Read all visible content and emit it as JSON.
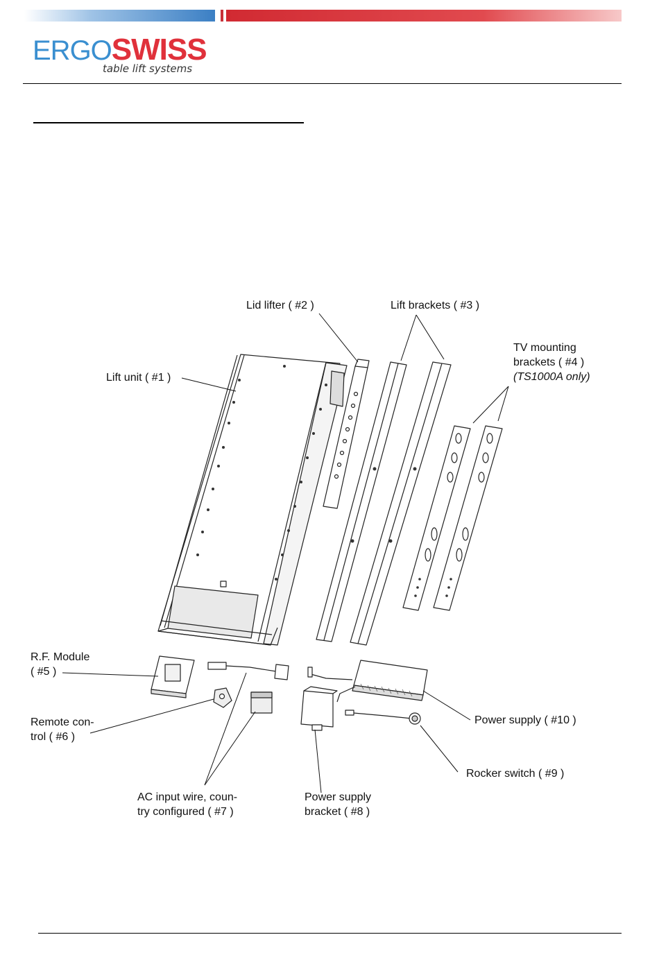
{
  "brand": {
    "name_part1": "ERGO",
    "name_part2": "SWISS",
    "tagline": "table lift systems",
    "colors": {
      "blue": "#3a8fd0",
      "red": "#e0313b"
    }
  },
  "diagram": {
    "labels": {
      "lift_unit": "Lift unit ( #1 )",
      "lid_lifter": "Lid lifter ( #2 )",
      "lift_brackets": "Lift brackets ( #3 )",
      "tv_mounting_line1": "TV mounting",
      "tv_mounting_line2": "brackets ( #4 )",
      "tv_mounting_line3": "(TS1000A only)",
      "rf_module_line1": "R.F. Module",
      "rf_module_line2": "( #5 )",
      "remote_line1": "Remote con-",
      "remote_line2": "trol ( #6 )",
      "ac_wire_line1": "AC input wire, coun-",
      "ac_wire_line2": "try configured ( #7 )",
      "ps_bracket_line1": "Power supply",
      "ps_bracket_line2": "bracket ( #8 )",
      "rocker_switch": "Rocker switch ( #9 )",
      "power_supply": "Power supply ( #10 )"
    }
  }
}
